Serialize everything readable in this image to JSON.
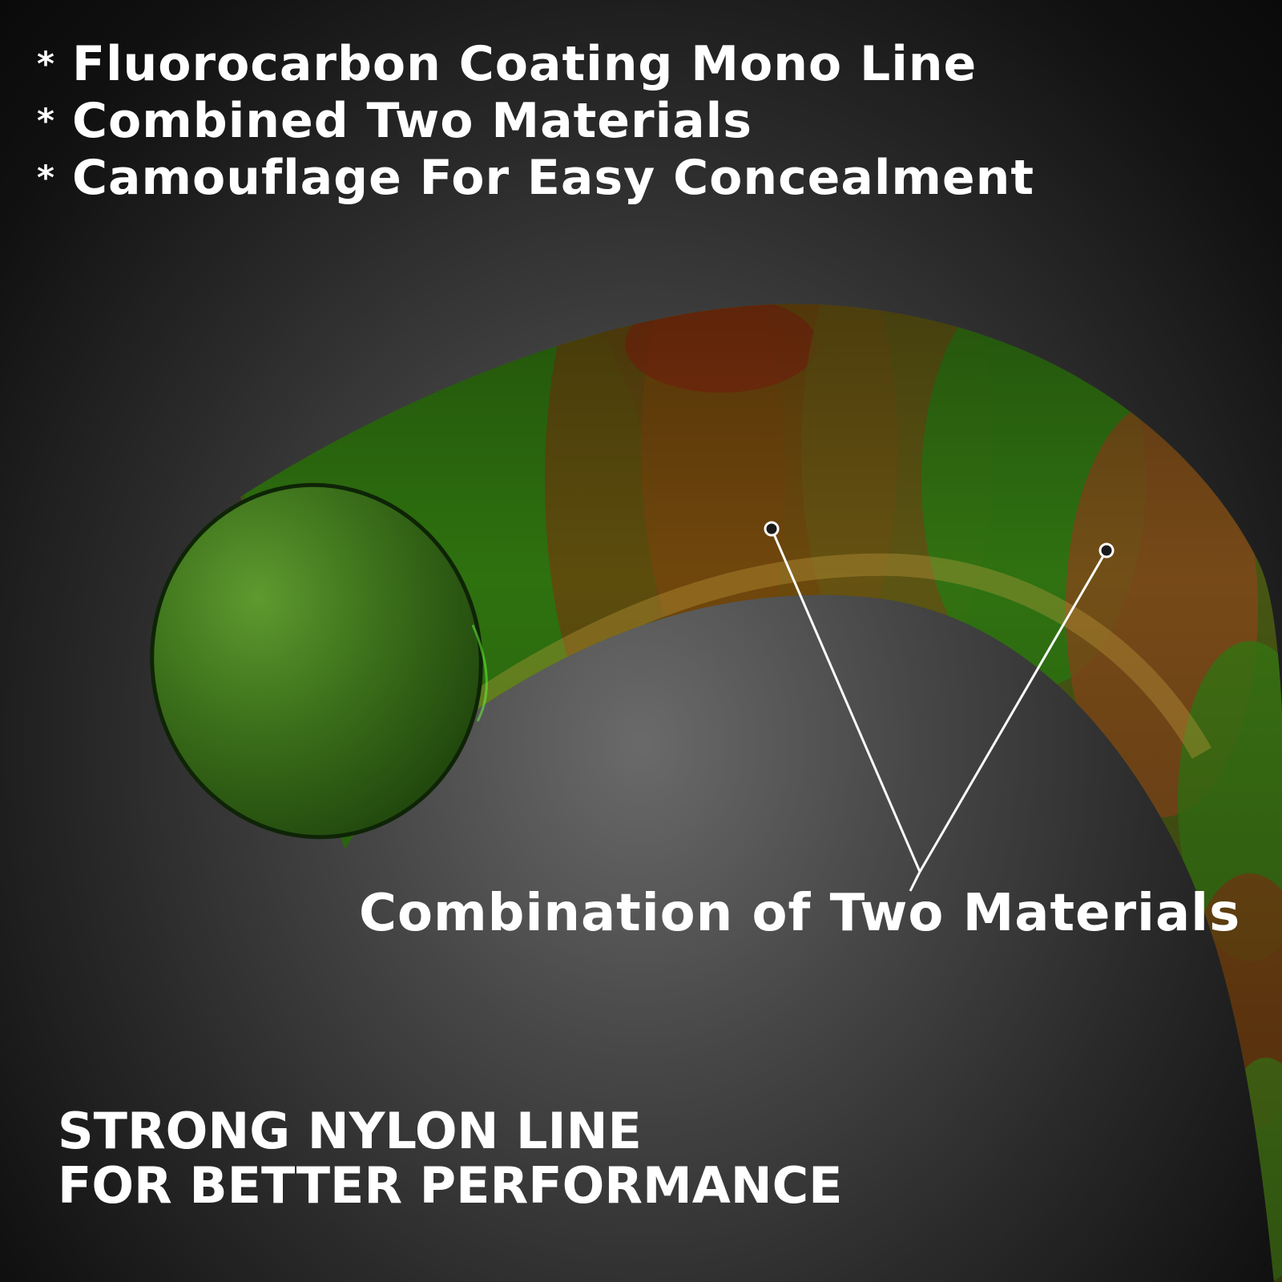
{
  "features": [
    {
      "bullet": "*",
      "text": "Fluorocarbon Coating Mono Line"
    },
    {
      "bullet": "*",
      "text": "Combined Two Materials"
    },
    {
      "bullet": "*",
      "text": "Camouflage For Easy Concealment"
    }
  ],
  "callout": {
    "label": "Combination of Two Materials"
  },
  "tagline": {
    "line1": "STRONG NYLON LINE",
    "line2": "FOR BETTER PERFORMANCE"
  },
  "colors": {
    "background": "#2a2a2a",
    "text": "#ffffff",
    "line_green": "#2e7d12",
    "line_brown": "#7a4a12",
    "line_red": "#8a2a10"
  }
}
